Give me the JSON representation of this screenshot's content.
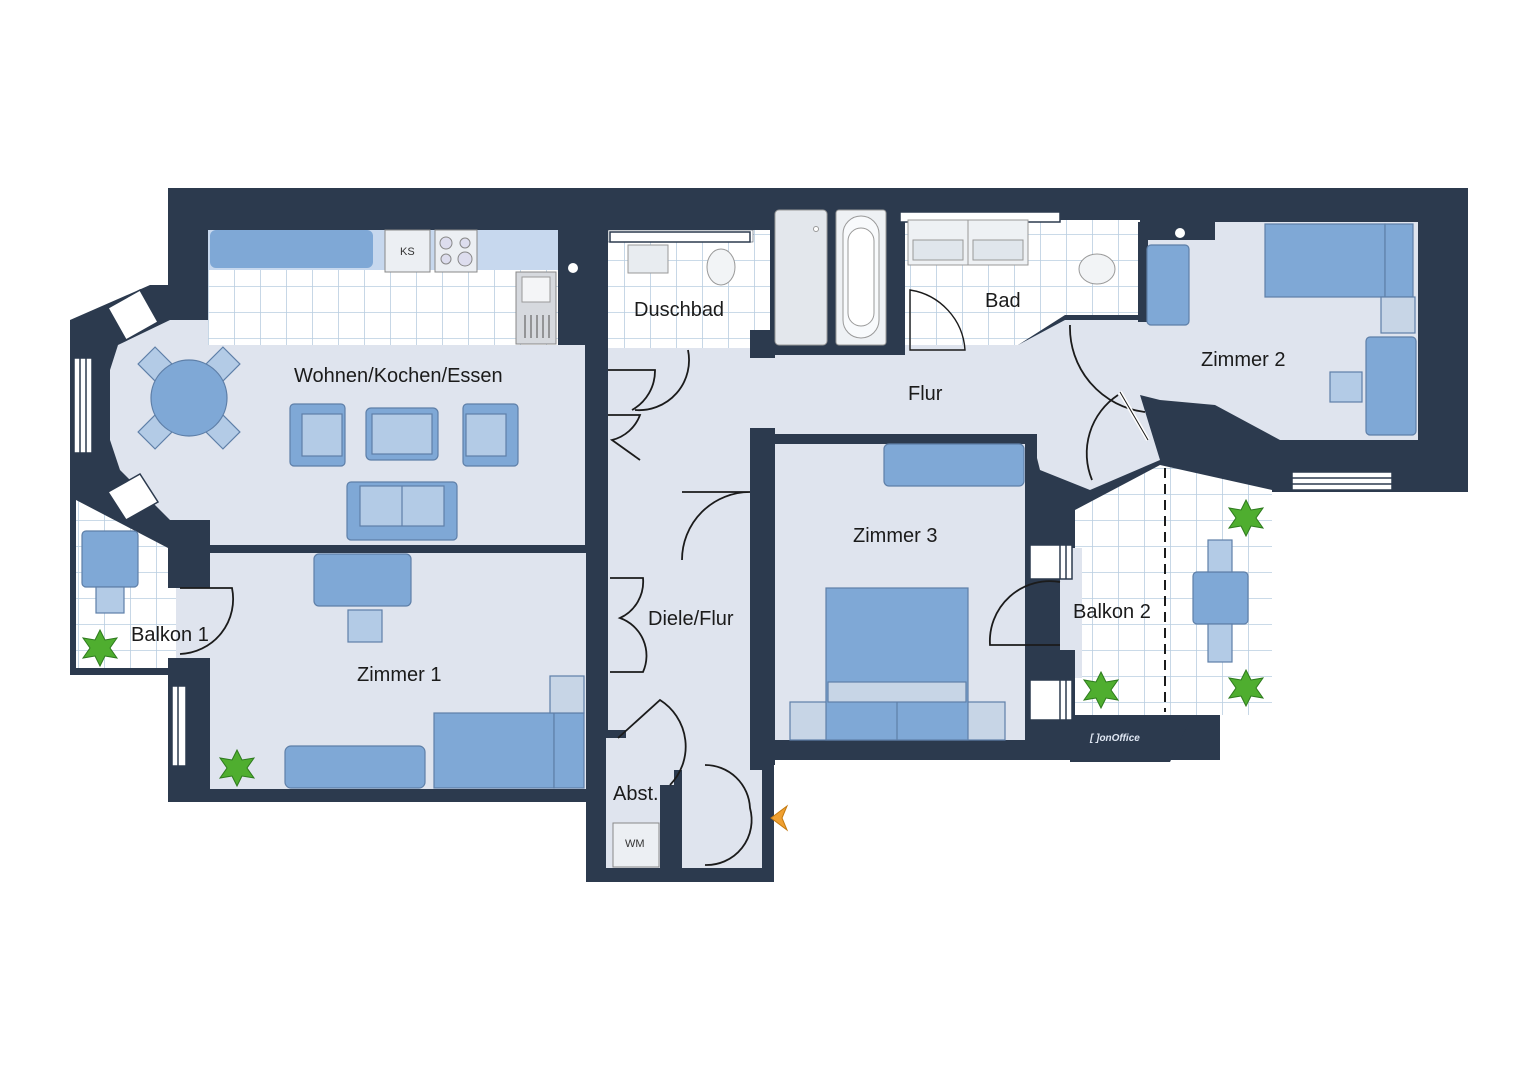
{
  "plan": {
    "colors": {
      "wall": "#2c3a4e",
      "floor": "#dfe4ee",
      "tile": "#ffffff",
      "tile_line": "#b9cde0",
      "furniture": "#7fa8d6",
      "furniture_light": "#b3cbe6",
      "furniture_edge": "#5e7fa8",
      "entrance_marker": "#f0a030",
      "plant": "#4fae2f"
    },
    "rooms": [
      {
        "id": "wohnen",
        "label": "Wohnen/Kochen/Essen"
      },
      {
        "id": "duschbad",
        "label": "Duschbad"
      },
      {
        "id": "bad",
        "label": "Bad"
      },
      {
        "id": "flur",
        "label": "Flur"
      },
      {
        "id": "zimmer2",
        "label": "Zimmer 2"
      },
      {
        "id": "zimmer3",
        "label": "Zimmer 3"
      },
      {
        "id": "diele",
        "label": "Diele/Flur"
      },
      {
        "id": "zimmer1",
        "label": "Zimmer 1"
      },
      {
        "id": "balkon1",
        "label": "Balkon 1"
      },
      {
        "id": "balkon2",
        "label": "Balkon 2"
      },
      {
        "id": "abst",
        "label": "Abst."
      }
    ],
    "appliances": {
      "fridge": "KS",
      "washing_machine": "WM"
    },
    "logo": "[ ]onOffice"
  }
}
